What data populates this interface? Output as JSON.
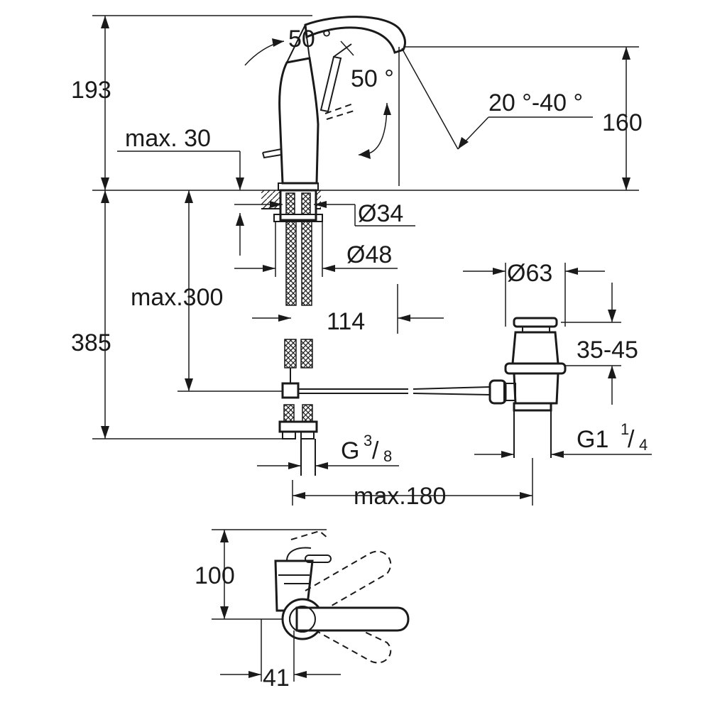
{
  "dimensions": {
    "total_height": "193",
    "angle_top": "50 °",
    "angle_side": "50 °",
    "angle_range": "20 °-40 °",
    "spout_height": "160",
    "max_30": "max. 30",
    "dia_34": "Ø34",
    "dia_48": "Ø48",
    "max_300": "max.300",
    "reach_114": "114",
    "below_385": "385",
    "dia_63": "Ø63",
    "range_35_45": "35-45",
    "thread_g38_main": "G",
    "thread_g38_num": "3",
    "thread_g38_den": "8",
    "thread_g114_main": "G1",
    "thread_g114_num": "1",
    "thread_g114_den": "4",
    "max_180": "max.180",
    "plan_100": "100",
    "plan_41": "41"
  }
}
